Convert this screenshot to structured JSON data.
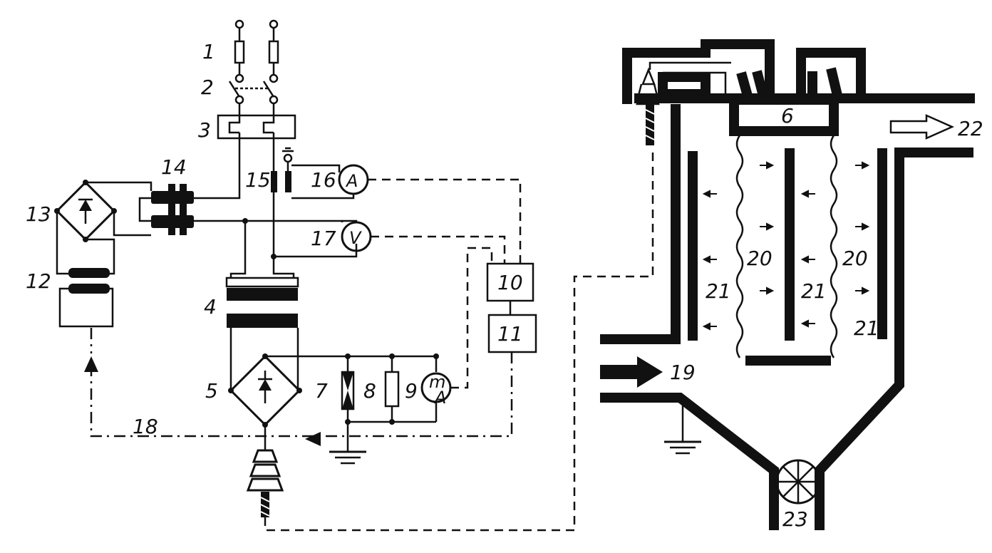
{
  "labels": {
    "fuse": "1",
    "switch": "2",
    "contactor": "3",
    "transformer": "4",
    "rectifier": "5",
    "electrode_top": "6",
    "spark_gap": "7",
    "resistor": "8",
    "milliammeter": "9",
    "controller": "10",
    "regulator": "11",
    "motor_drive": "12",
    "control_bridge": "13",
    "regulating_choke": "14",
    "current_transformer": "15",
    "ammeter": "16",
    "voltmeter": "17",
    "feedback_line": "18",
    "gas_inlet": "19",
    "corona_electrodes_left": "20",
    "corona_electrodes_right": "20",
    "collecting_plate_left": "21",
    "collecting_plate_mid": "21",
    "collecting_plate_right": "21",
    "gas_outlet": "22",
    "dust_valve": "23"
  },
  "meters": {
    "ammeter_symbol": "A",
    "voltmeter_symbol": "V",
    "milliammeter_symbol_top": "m",
    "milliammeter_symbol_bottom": "A"
  }
}
